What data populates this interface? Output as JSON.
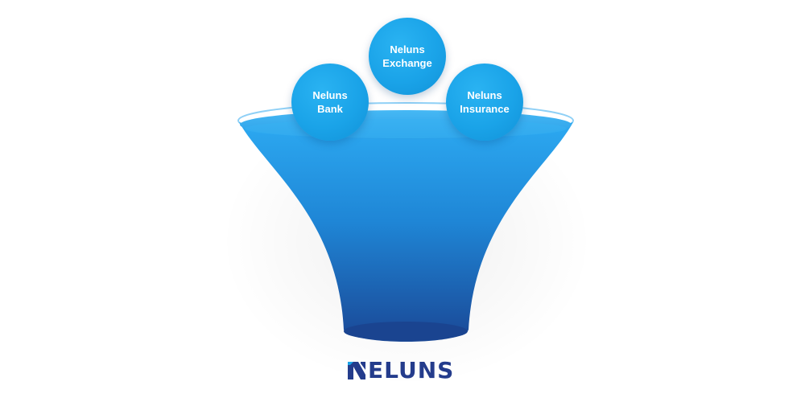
{
  "bubbles": {
    "bank": {
      "line1": "Neluns",
      "line2": "Bank"
    },
    "exchange": {
      "line1": "Neluns",
      "line2": "Exchange"
    },
    "insurance": {
      "line1": "Neluns",
      "line2": "Insurance"
    }
  },
  "logo": {
    "text": "ELUNS",
    "mark_icon": "neluns-n-mark-icon"
  },
  "colors": {
    "bubble": "#1aa3e8",
    "funnel_top": "#2fa8f0",
    "funnel_bottom": "#1a4a9c",
    "logo": "#243c8c"
  }
}
